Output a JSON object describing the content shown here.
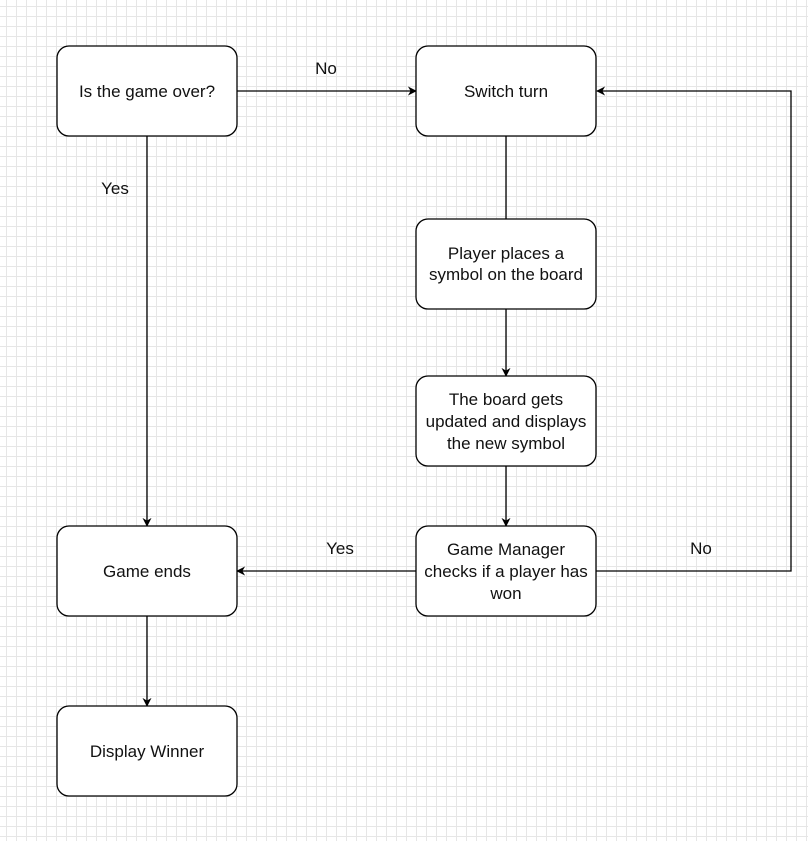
{
  "diagram": {
    "nodes": {
      "game_over": {
        "lines": [
          "Is the game over?"
        ]
      },
      "switch_turn": {
        "lines": [
          "Switch turn"
        ]
      },
      "place_symbol": {
        "lines": [
          "Player places a",
          "symbol on the board"
        ]
      },
      "board_updated": {
        "lines": [
          "The board gets",
          "updated and displays",
          "the new symbol"
        ]
      },
      "check_win": {
        "lines": [
          "Game Manager",
          "checks if a player has",
          "won"
        ]
      },
      "game_ends": {
        "lines": [
          "Game ends"
        ]
      },
      "display_winner": {
        "lines": [
          "Display Winner"
        ]
      }
    },
    "edge_labels": {
      "game_over_no": "No",
      "game_over_yes": "Yes",
      "check_win_yes": "Yes",
      "check_win_no": "No"
    }
  }
}
